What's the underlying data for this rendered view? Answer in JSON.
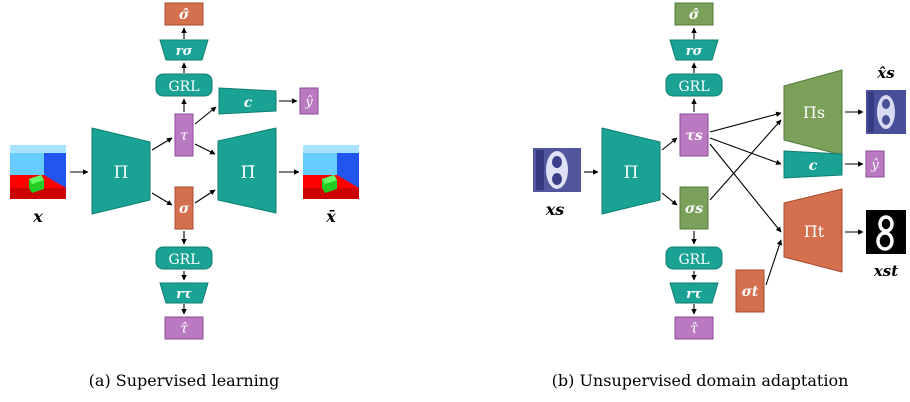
{
  "colors": {
    "teal": "#1aa394",
    "teal_edge": "#0f7f72",
    "purple": "#b97ac2",
    "purple_edge": "#8a4c95",
    "orange": "#d5704f",
    "orange_edge": "#a64b2e",
    "green": "#7aa05a",
    "green_edge": "#567a3b"
  },
  "panel_a": {
    "caption": "(a) Supervised learning",
    "input_label": "x",
    "output_label": "x̄",
    "encoder_label": "Π",
    "decoder_label": "Π̄",
    "tau_label": "τ",
    "sigma_label": "σ",
    "classifier_label": "c",
    "classifier_out": "ŷ",
    "grl_top": "GRL",
    "grl_bottom": "GRL",
    "r_sigma": "rσ",
    "r_tau": "rτ",
    "sigma_hat": "σ̂",
    "tau_hat": "τ̂"
  },
  "panel_b": {
    "caption": "(b) Unsupervised domain adaptation",
    "input_label": "xs",
    "output_s_label": "x̂s",
    "output_st_label": "xst",
    "encoder_label": "Π",
    "decoder_s_label": "Π̄s",
    "decoder_t_label": "Π̄t",
    "tau_label": "τs",
    "sigma_label": "σs",
    "sigma_t_label": "σt",
    "classifier_label": "c",
    "classifier_out": "ŷ",
    "grl_top": "GRL",
    "grl_bottom": "GRL",
    "r_sigma": "rσ",
    "r_tau": "rτ",
    "sigma_hat": "σ̂",
    "tau_hat": "τ̂"
  }
}
